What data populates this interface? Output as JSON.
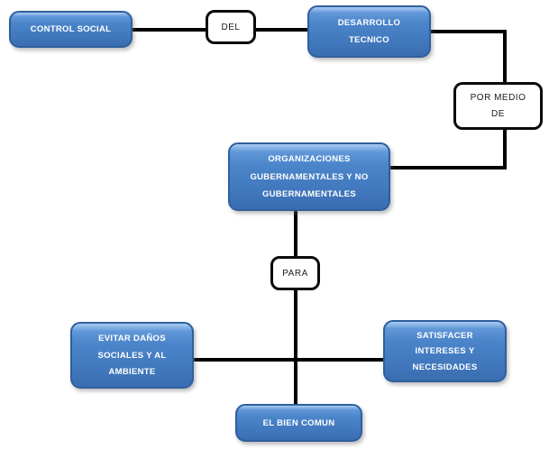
{
  "diagram": {
    "type": "concept-map",
    "background": "#ffffff",
    "colors": {
      "concept_fill_top": "#A9CCF2",
      "concept_fill": "#4B85CA",
      "concept_fill_bottom": "#3A6DB0",
      "concept_border": "#2F5F9E",
      "concept_text": "#FFFFFF",
      "label_fill": "#FFFFFF",
      "label_border": "#0A0A0A",
      "label_text": "#1A1A1A",
      "edge_line": "#000000"
    },
    "nodes": {
      "control_social": {
        "label": "CONTROL SOCIAL"
      },
      "desarrollo_tecnico": {
        "line1": "DESARROLLO",
        "line2": "TECNICO"
      },
      "organizaciones": {
        "line1": "ORGANIZACIONES",
        "line2": "GUBERNAMENTALES Y NO",
        "line3": "GUBERNAMENTALES"
      },
      "evitar_danos": {
        "line1": "EVITAR DAÑOS",
        "line2": "SOCIALES Y AL",
        "line3": "AMBIENTE"
      },
      "satisfacer": {
        "line1": "SATISFACER",
        "line2": "INTERESES Y",
        "line3": "NECESIDADES"
      },
      "el_bien_comun": {
        "label": "EL BIEN COMUN"
      }
    },
    "link_labels": {
      "del": {
        "label": "DEL"
      },
      "por_medio_de": {
        "line1": "POR MEDIO",
        "line2": "DE"
      },
      "para": {
        "label": "PARA"
      }
    },
    "edges": [
      {
        "from": "CONTROL SOCIAL",
        "via": "DEL",
        "to": "DESARROLLO TECNICO"
      },
      {
        "from": "DESARROLLO TECNICO",
        "via": "POR MEDIO DE",
        "to": "ORGANIZACIONES GUBERNAMENTALES Y NO GUBERNAMENTALES"
      },
      {
        "from": "ORGANIZACIONES GUBERNAMENTALES Y NO GUBERNAMENTALES",
        "via": "PARA",
        "to": "EVITAR DAÑOS SOCIALES Y AL AMBIENTE"
      },
      {
        "from": "ORGANIZACIONES GUBERNAMENTALES Y NO GUBERNAMENTALES",
        "via": "PARA",
        "to": "SATISFACER INTERESES Y NECESIDADES"
      },
      {
        "from": "ORGANIZACIONES GUBERNAMENTALES Y NO GUBERNAMENTALES",
        "via": "PARA",
        "to": "EL BIEN COMUN"
      }
    ]
  }
}
